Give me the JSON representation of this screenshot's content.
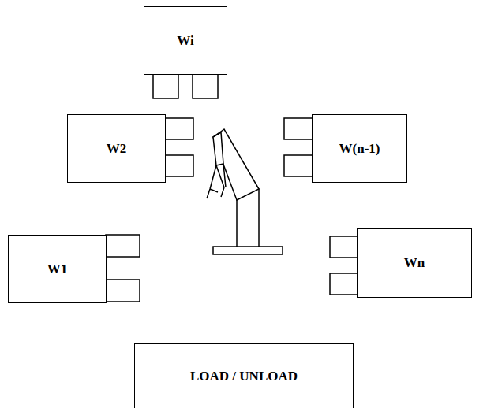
{
  "diagram": {
    "nodes": [
      {
        "text": [
          "Wi"
        ]
      },
      {
        "text": [
          "W2"
        ]
      },
      {
        "text": [
          "W(n-1)"
        ]
      },
      {
        "text": [
          "W1"
        ]
      },
      {
        "text": [
          "Wn"
        ]
      },
      {
        "text": [
          "LOAD / UNLOAD"
        ]
      }
    ]
  }
}
